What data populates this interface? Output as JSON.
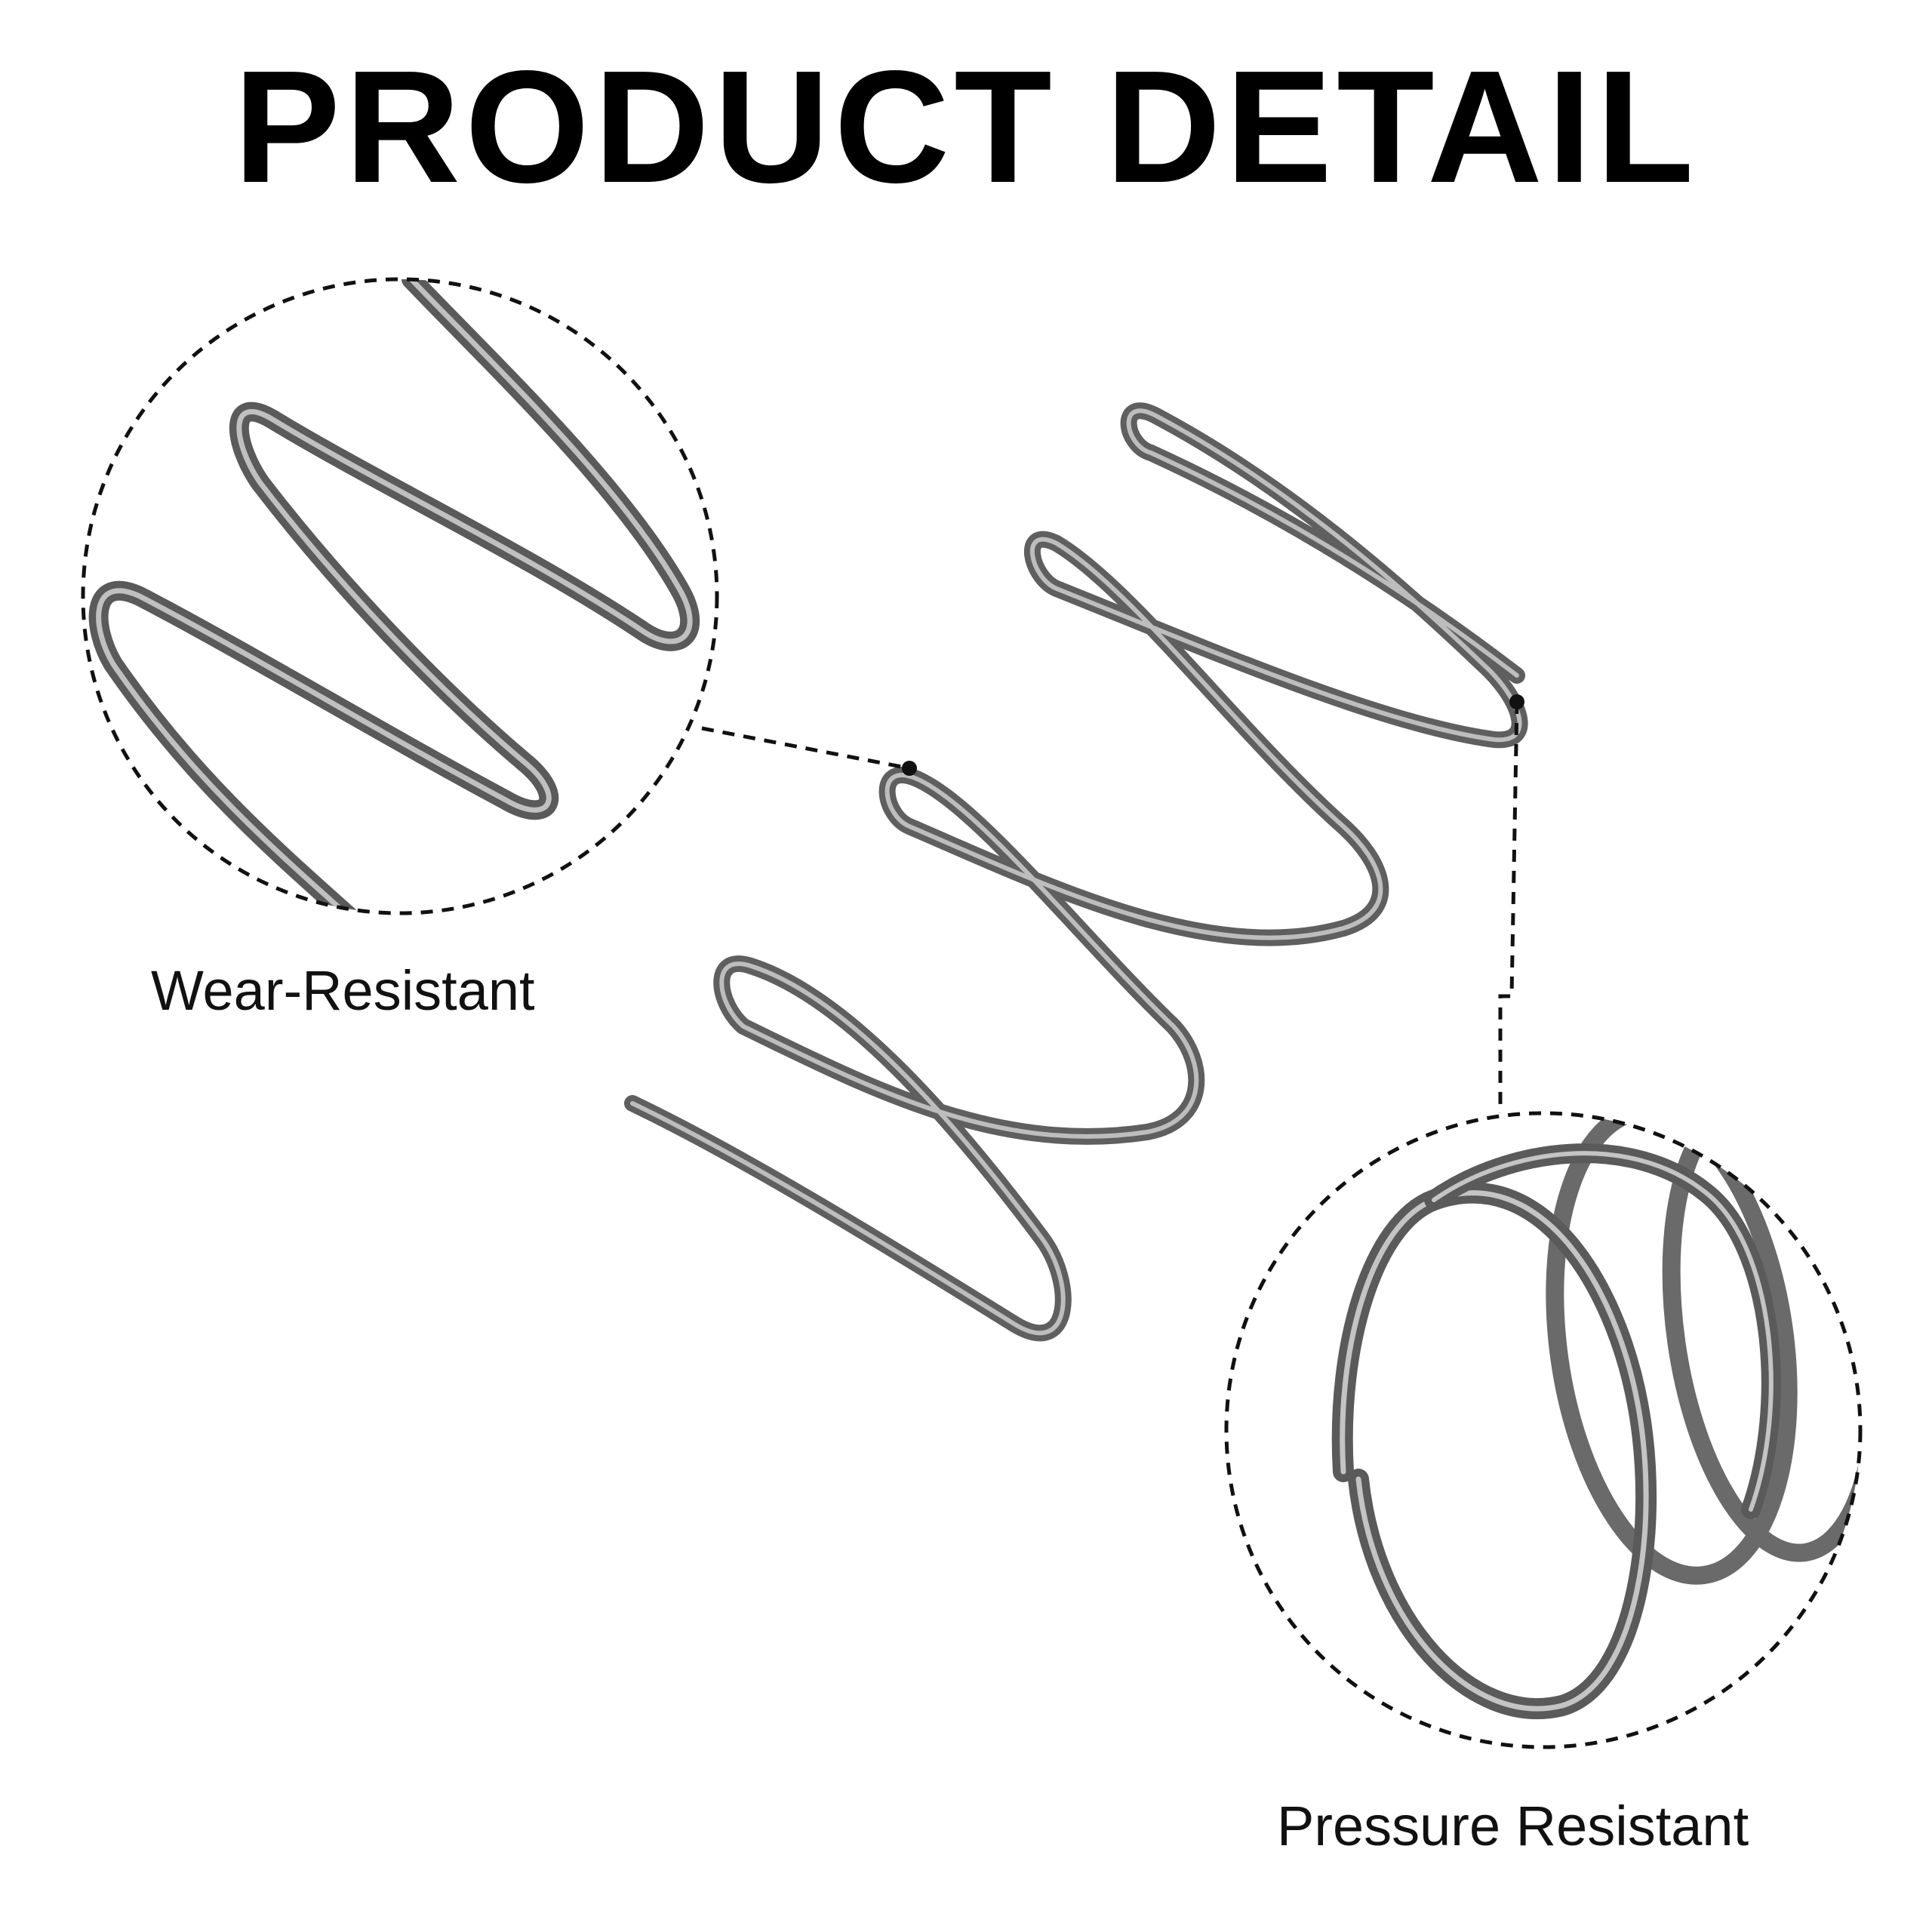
{
  "title": "PRODUCT DETAIL",
  "callouts": [
    {
      "label": "Wear-Resistant",
      "icon": "wear-detail-zoom"
    },
    {
      "label": "Pressure Resistant",
      "icon": "pressure-detail-zoom"
    }
  ],
  "colors": {
    "background": "#ffffff",
    "text": "#000000",
    "spring_wire": "#5f5f5f",
    "spring_highlight": "#b9b9b9",
    "dashed_line": "#111111"
  }
}
